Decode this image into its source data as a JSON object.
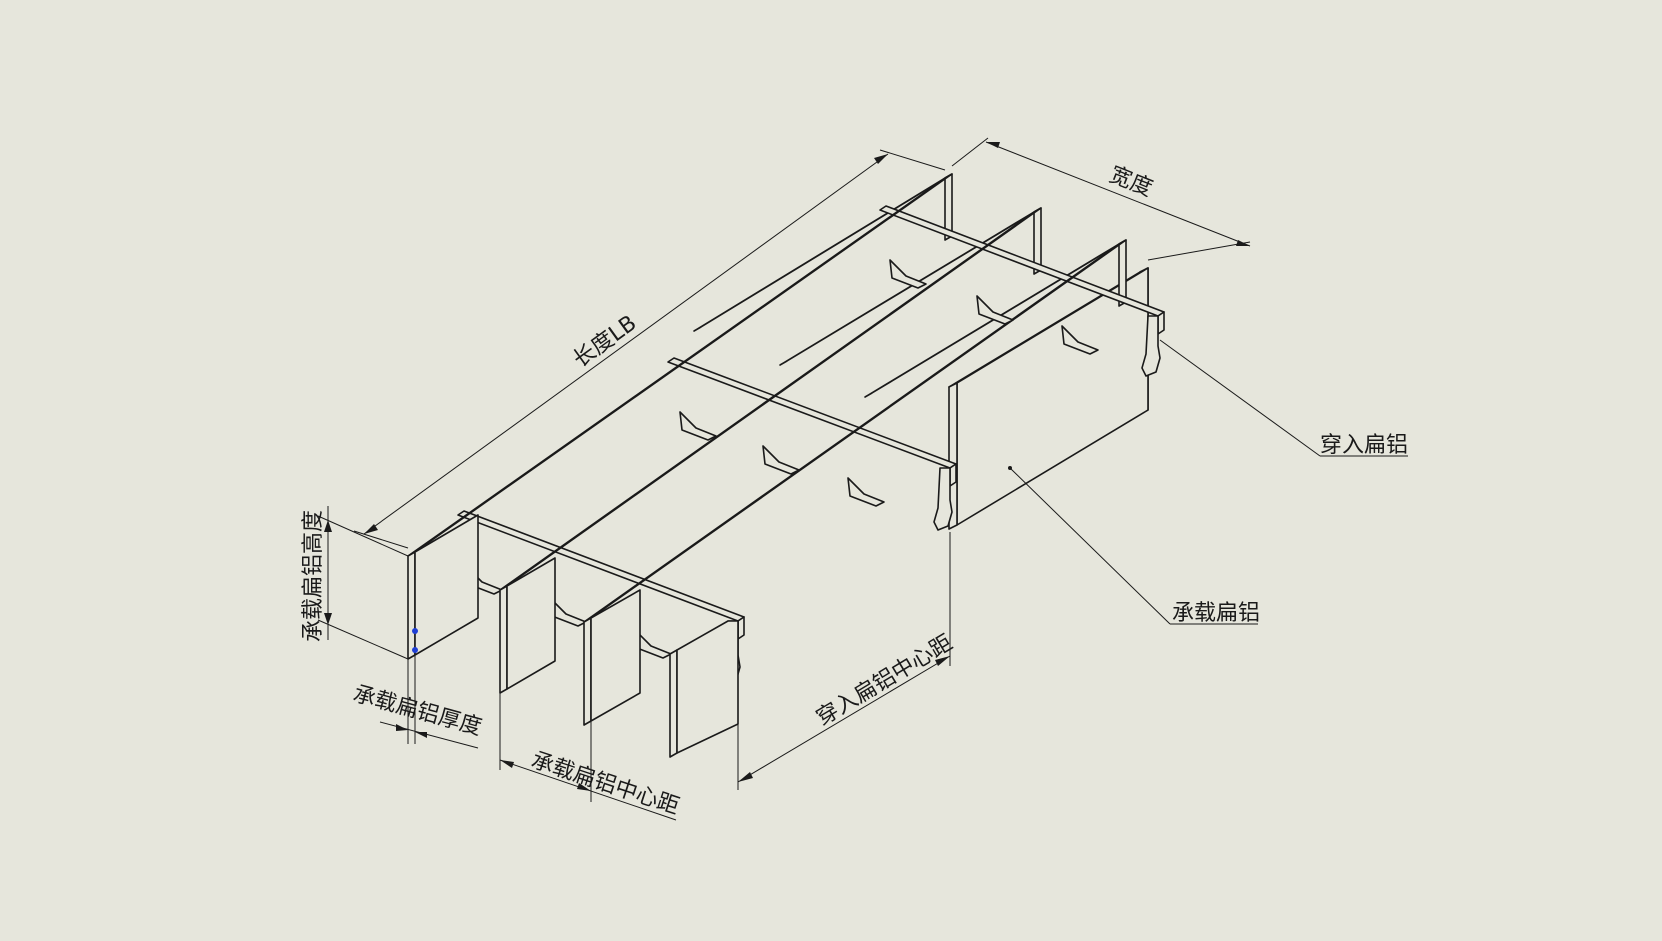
{
  "colors": {
    "background": "#e6e6dc",
    "line": "#1a1a1a",
    "sketch_point": "#1f3fd6"
  },
  "labels": {
    "length": "长度LB",
    "width": "宽度",
    "cross_bar": "穿入扁铝",
    "bearing_bar": "承载扁铝",
    "bearing_bar_height": "承载扁铝高度",
    "bearing_bar_thickness": "承载扁铝厚度",
    "bearing_bar_pitch": "承载扁铝中心距",
    "cross_bar_pitch": "穿入扁铝中心距"
  }
}
